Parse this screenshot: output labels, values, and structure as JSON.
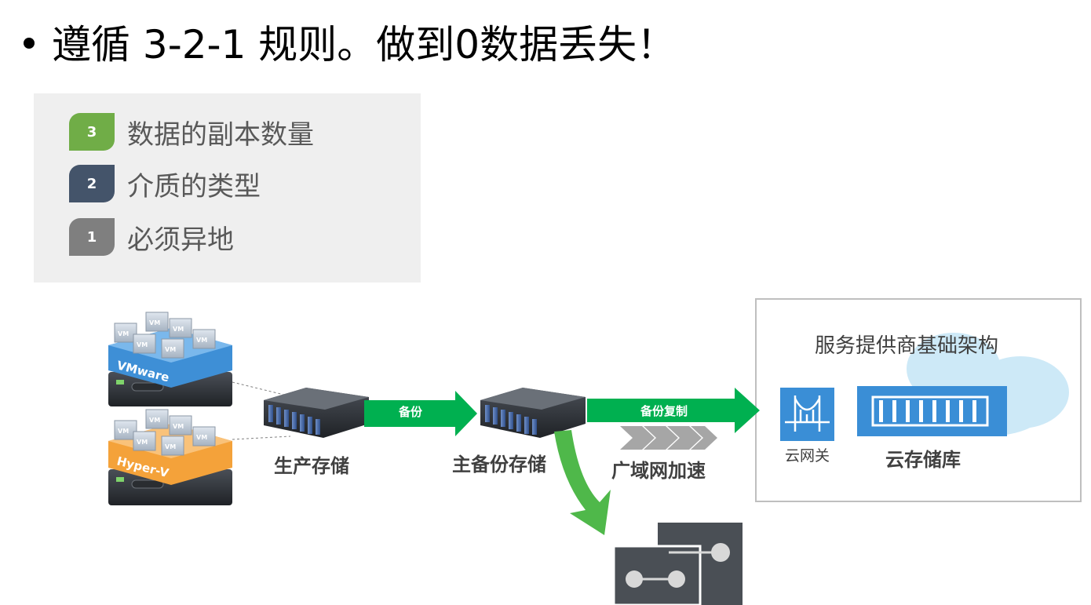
{
  "title": "遵循 3-2-1 规则。做到0数据丢失！",
  "rules": [
    {
      "number": "3",
      "text": "数据的副本数量",
      "color": "#70ad47"
    },
    {
      "number": "2",
      "text": "介质的类型",
      "color": "#44546a"
    },
    {
      "number": "1",
      "text": "必须异地",
      "color": "#7f7f7f"
    }
  ],
  "diagram": {
    "vmware_label": "VMware",
    "hyperv_label": "Hyper-V",
    "vm_label": "VM",
    "production_storage": "生产存储",
    "backup_arrow": "备份",
    "primary_backup_storage": "主备份存储",
    "replication_arrow": "备份复制",
    "wan_acceleration": "广域网加速",
    "provider_infrastructure": "服务提供商基础架构",
    "cloud_gateway": "云网关",
    "cloud_repository": "云存储库"
  },
  "colors": {
    "green_arrow": "#00b050",
    "blue_icon": "#3a8ed6",
    "vmware_blue": "#3e8fd6",
    "hyperv_orange": "#f4a23a",
    "tape_gray": "#4a4f55"
  }
}
